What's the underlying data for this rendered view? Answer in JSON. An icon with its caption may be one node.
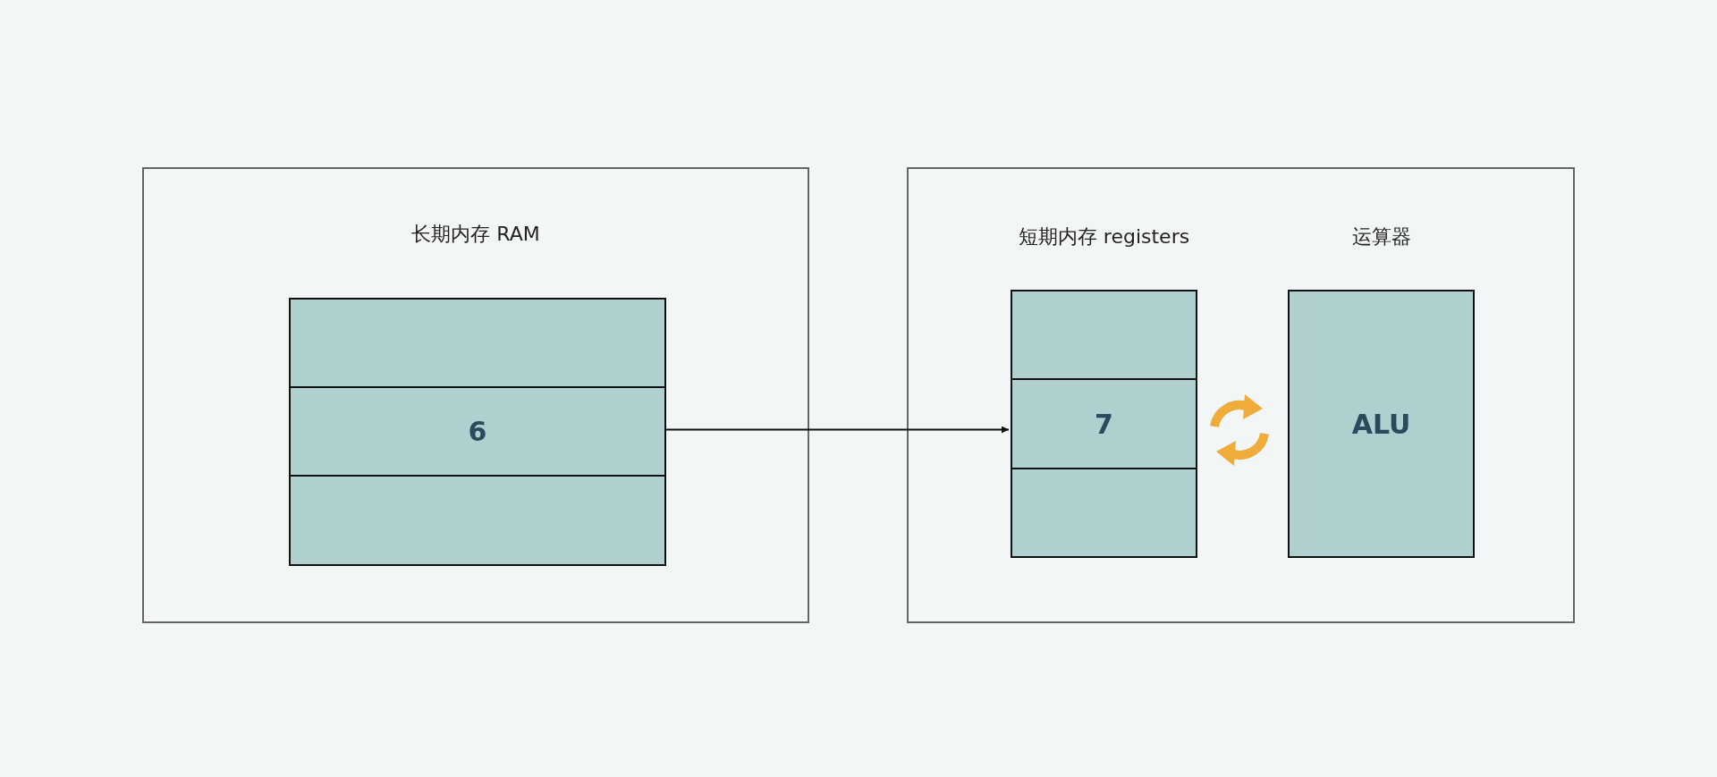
{
  "diagram": {
    "nodes": [
      {
        "text": [
          "长期内存 RAM"
        ]
      },
      {
        "text": [],
        "shape": "box",
        "in": 0
      },
      {
        "text": [
          "6"
        ],
        "in": 0
      },
      {
        "text": [],
        "shape": "box",
        "in": 0
      },
      {
        "text": [],
        "shape": "box"
      },
      {
        "text": [
          "短期内存 registers"
        ],
        "in": 4
      },
      {
        "text": [],
        "shape": "box",
        "in": 5
      },
      {
        "text": [
          "7"
        ],
        "in": 5
      },
      {
        "text": [],
        "shape": "box",
        "in": 5
      },
      {
        "text": [
          "运算器",
          "ALU"
        ],
        "in": 4
      }
    ],
    "edges": [
      {
        "from": 2,
        "to": 7,
        "arrow": "to"
      }
    ]
  }
}
